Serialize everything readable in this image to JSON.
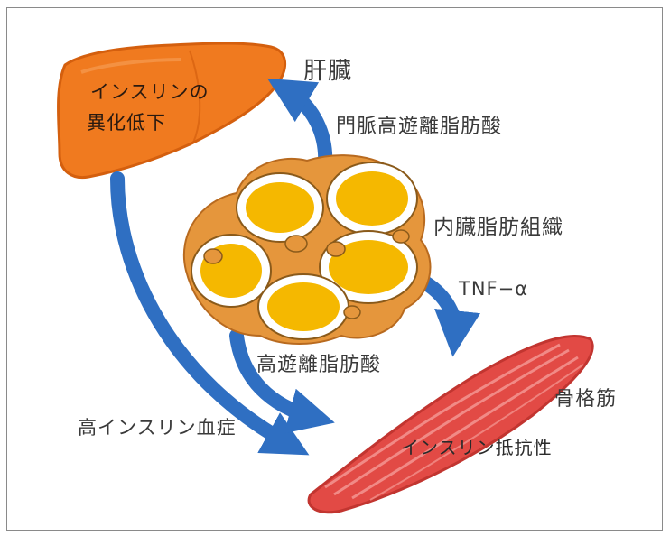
{
  "labels": {
    "liver": "肝臓",
    "portal_ffa": "門脈高遊離脂肪酸",
    "visceral_fat": "内臓脂肪組織",
    "tnf": "TNF−α",
    "high_ffa": "高遊離脂肪酸",
    "skeletal_muscle": "骨格筋",
    "insulin_resistance": "インスリン抵抗性",
    "hyperinsulinemia": "高インスリン血症",
    "liver_line1": "インスリンの",
    "liver_line2": "異化低下"
  },
  "colors": {
    "liver": "#f07a1f",
    "arrow": "#2f6fc2",
    "muscle": "#e24a45",
    "fat_cell": "#f5b800",
    "fat_border": "#e08a30",
    "frame": "#8a8a8a"
  }
}
